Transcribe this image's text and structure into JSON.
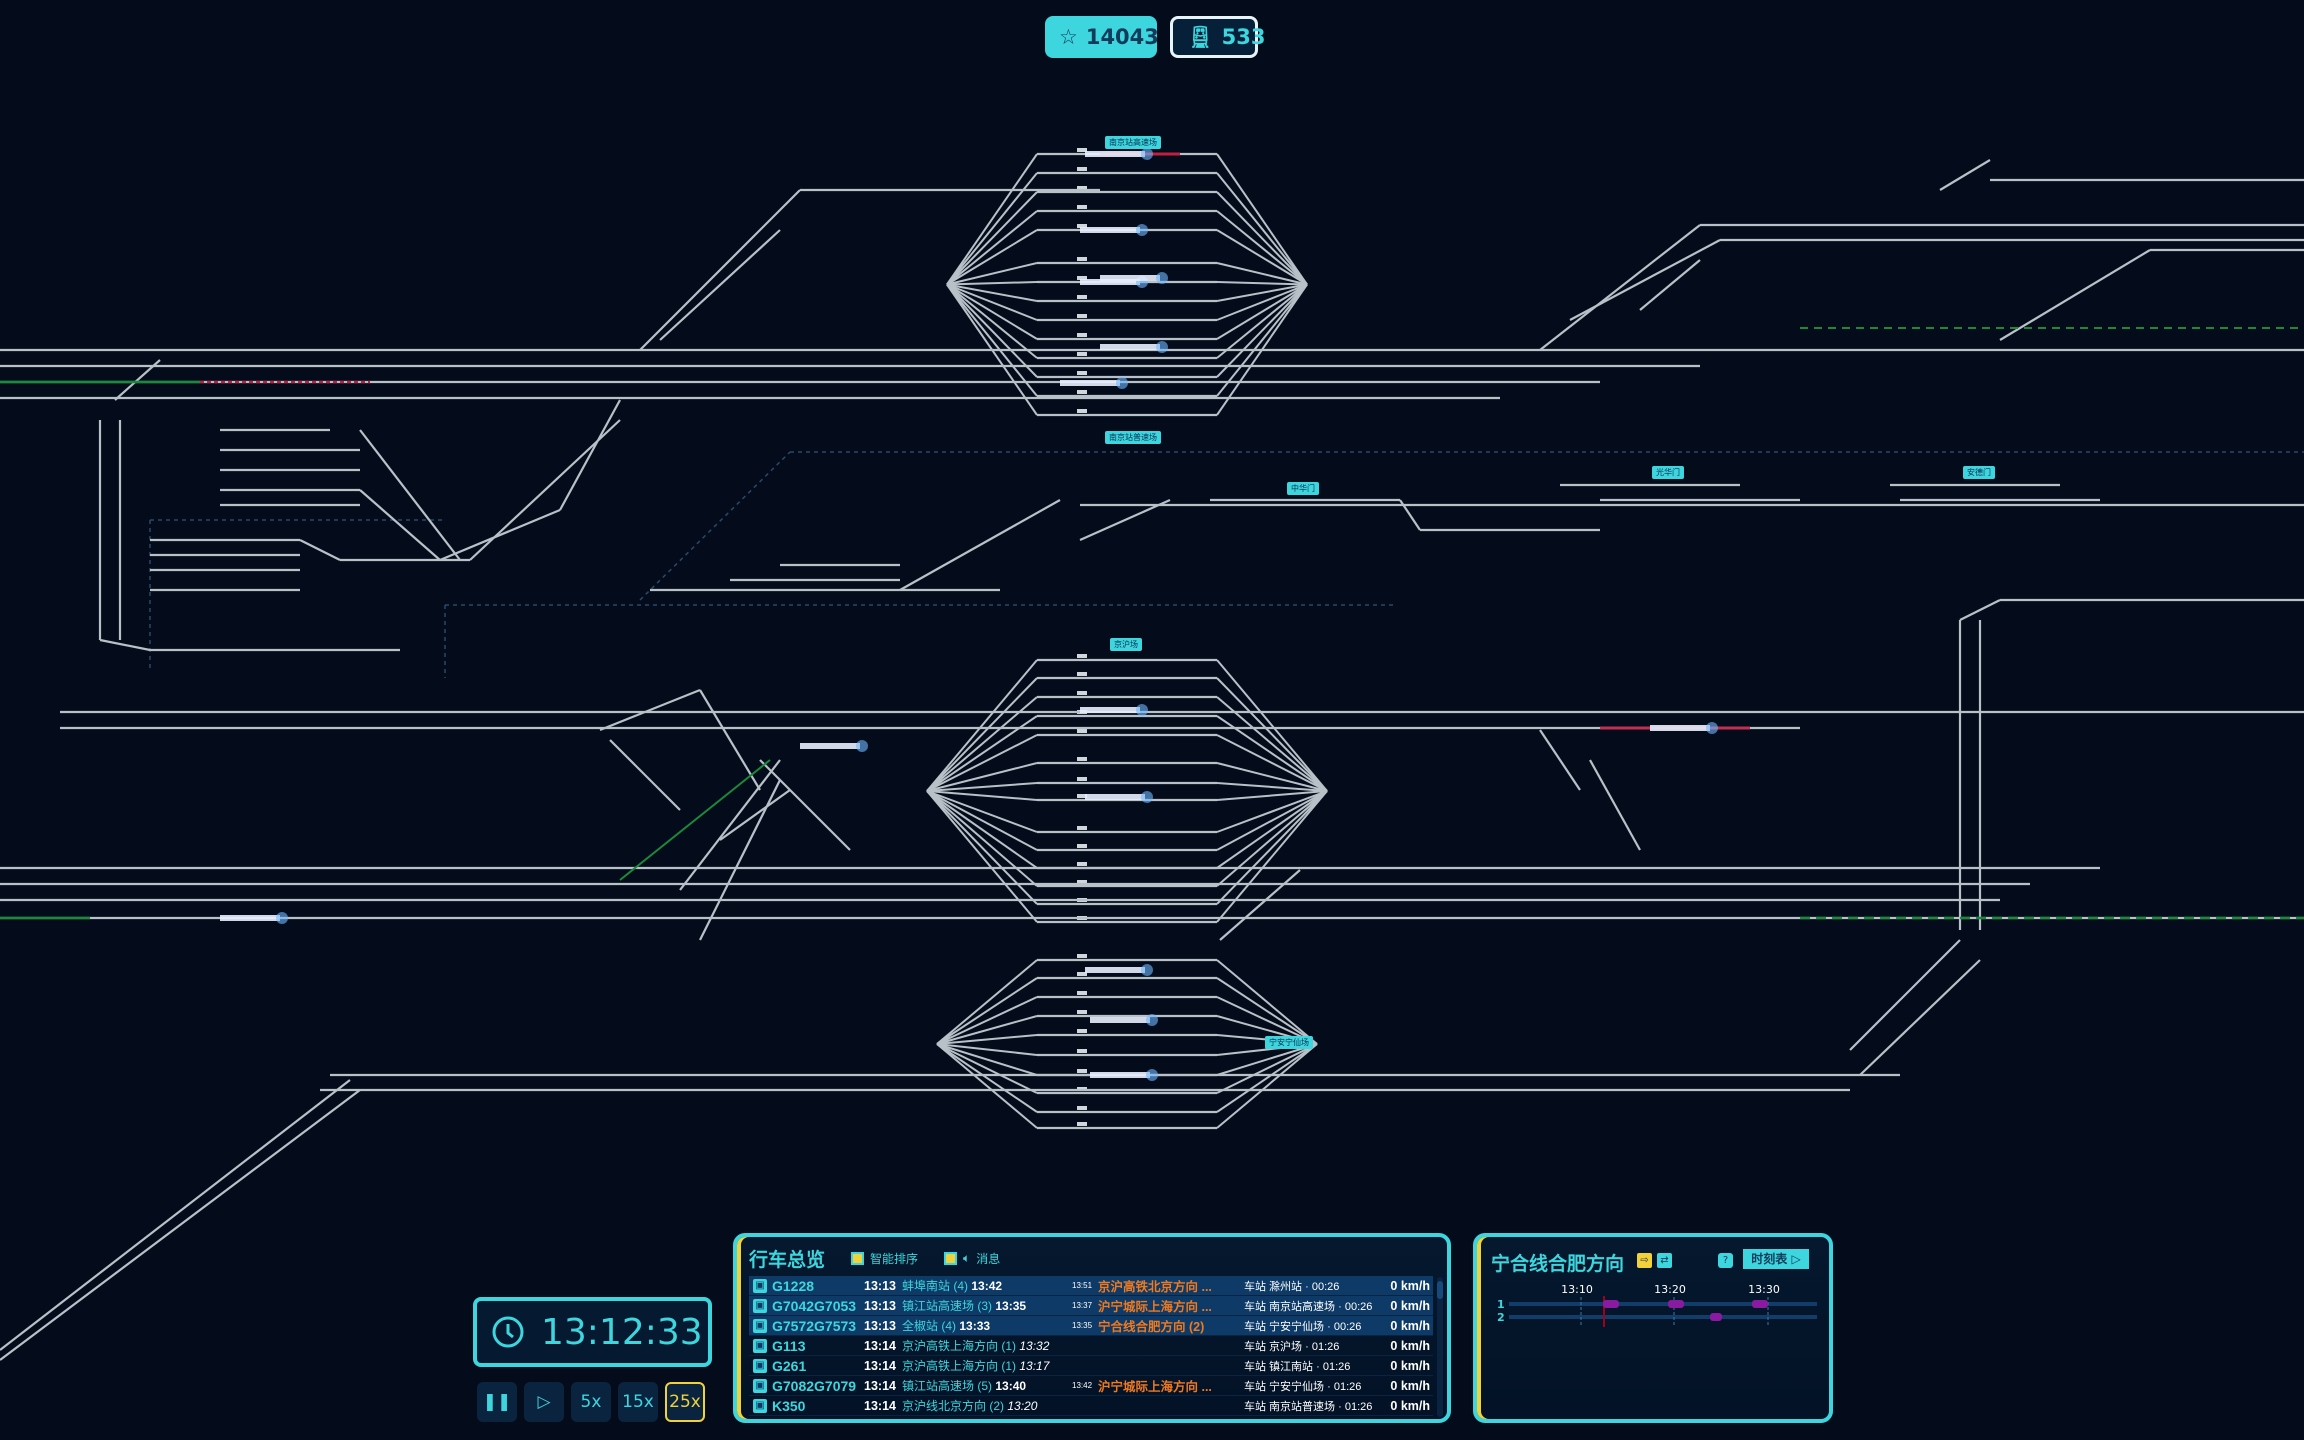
{
  "hud": {
    "score": "14043",
    "trains": "533"
  },
  "map": {
    "station_labels": [
      "南京站高速场",
      "南京站普速场",
      "中华门",
      "光华门",
      "安德门",
      "京沪场",
      "宁安宁仙场"
    ]
  },
  "overview": {
    "title": "行车总览",
    "smart_sort": "智能排序",
    "messages": "消息",
    "rows": [
      {
        "id": "G1228",
        "time": "13:13",
        "station": "蚌埠南站 (4)",
        "arr": "13:42",
        "arr_style": "bold",
        "dep": "13:51",
        "dest": "京沪高铁北京方向 ...",
        "loc": "车站 滁州站 · 00:26",
        "speed": "0 km/h",
        "hl": true
      },
      {
        "id": "G7042G7053",
        "time": "13:13",
        "station": "镇江站高速场 (3)",
        "arr": "13:35",
        "arr_style": "bold",
        "dep": "13:37",
        "dest": "沪宁城际上海方向 ...",
        "loc": "车站 南京站高速场 · 00:26",
        "speed": "0 km/h",
        "hl": true
      },
      {
        "id": "G7572G7573",
        "time": "13:13",
        "station": "全椒站 (4)",
        "arr": "13:33",
        "arr_style": "bold",
        "dep": "13:35",
        "dest": "宁合线合肥方向 (2)",
        "loc": "车站 宁安宁仙场 · 00:26",
        "speed": "0 km/h",
        "hl": true
      },
      {
        "id": "G113",
        "time": "13:14",
        "station": "京沪高铁上海方向 (1)",
        "arr": "13:32",
        "arr_style": "italic",
        "dep": "",
        "dest": "",
        "loc": "车站 京沪场 · 01:26",
        "speed": "0 km/h",
        "hl": false
      },
      {
        "id": "G261",
        "time": "13:14",
        "station": "京沪高铁上海方向 (1)",
        "arr": "13:17",
        "arr_style": "italic",
        "dep": "",
        "dest": "",
        "loc": "车站 镇江南站 · 01:26",
        "speed": "0 km/h",
        "hl": false
      },
      {
        "id": "G7082G7079",
        "time": "13:14",
        "station": "镇江站高速场 (5)",
        "arr": "13:40",
        "arr_style": "bold",
        "dep": "13:42",
        "dest": "沪宁城际上海方向 ...",
        "loc": "车站 宁安宁仙场 · 01:26",
        "speed": "0 km/h",
        "hl": false
      },
      {
        "id": "K350",
        "time": "13:14",
        "station": "京沪线北京方向 (2)",
        "arr": "13:20",
        "arr_style": "italic",
        "dep": "",
        "dest": "",
        "loc": "车站 南京站普速场 · 01:26",
        "speed": "0 km/h",
        "hl": false
      }
    ]
  },
  "direction": {
    "title": "宁合线合肥方向",
    "timetable": "时刻表 ▷",
    "ticks": [
      "13:10",
      "13:20",
      "13:30"
    ],
    "tracks": [
      "1",
      "2"
    ]
  },
  "clock": {
    "time": "13:12:33"
  },
  "speed": {
    "pause": "❚❚",
    "play": "▷",
    "x5": "5x",
    "x15": "15x",
    "x25": "25x",
    "active": "25x"
  }
}
